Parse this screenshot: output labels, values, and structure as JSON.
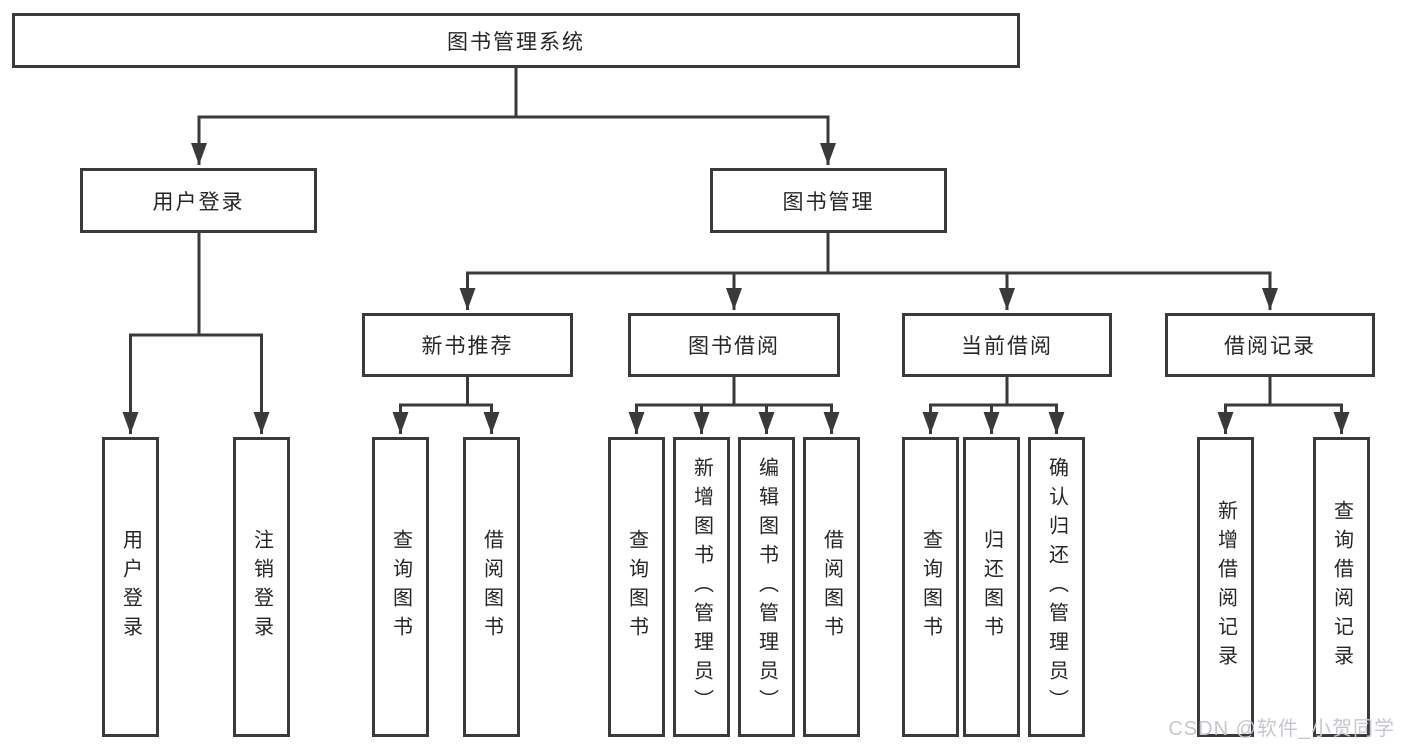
{
  "tree": {
    "label": "图书管理系统",
    "children": [
      {
        "label": "用户登录",
        "children": [
          {
            "label": "用户登录"
          },
          {
            "label": "注销登录"
          }
        ]
      },
      {
        "label": "图书管理",
        "children": [
          {
            "label": "新书推荐",
            "children": [
              {
                "label": "查询图书"
              },
              {
                "label": "借阅图书"
              }
            ]
          },
          {
            "label": "图书借阅",
            "children": [
              {
                "label": "查询图书"
              },
              {
                "label": "新增图书（管理员）"
              },
              {
                "label": "编辑图书（管理员）"
              },
              {
                "label": "借阅图书"
              }
            ]
          },
          {
            "label": "当前借阅",
            "children": [
              {
                "label": "查询图书"
              },
              {
                "label": "归还图书"
              },
              {
                "label": "确认归还（管理员）"
              }
            ]
          },
          {
            "label": "借阅记录",
            "children": [
              {
                "label": "新增借阅记录"
              },
              {
                "label": "查询借阅记录"
              }
            ]
          }
        ]
      }
    ]
  },
  "watermark": {
    "text": "CSDN @软件_小贺同学"
  },
  "colors": {
    "line": "#3a3a3a",
    "text": "#262626",
    "watermark": "#c4c7cc",
    "background": "#ffffff"
  }
}
